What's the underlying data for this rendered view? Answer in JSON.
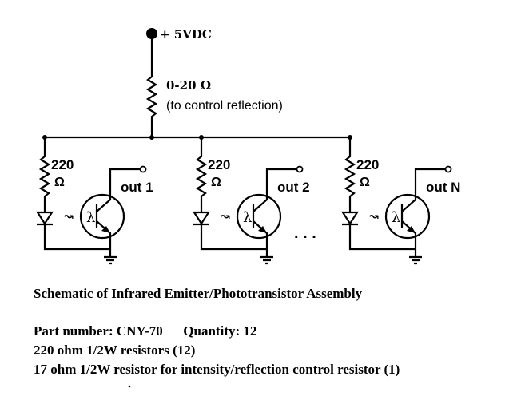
{
  "supply": {
    "label": "+ 5VDC"
  },
  "top_resistor": {
    "value": "0-20 Ω",
    "note": "(to control reflection)"
  },
  "stages": [
    {
      "resistor": "220",
      "unit": "Ω",
      "output": "out 1"
    },
    {
      "resistor": "220",
      "unit": "Ω",
      "output": "out 2"
    },
    {
      "resistor": "220",
      "unit": "Ω",
      "output": "out N"
    }
  ],
  "glyphs": {
    "lambda": "λ",
    "photon": "↝"
  },
  "ellipsis": ". . .",
  "caption": {
    "title": "Schematic of Infrared Emitter/Phototransistor Assembly",
    "part_line": "Part number: CNY-70      Quantity: 12",
    "line2": "220 ohm 1/2W resistors (12)",
    "line3": "17 ohm 1/2W resistor for intensity/reflection control resistor (1)"
  }
}
